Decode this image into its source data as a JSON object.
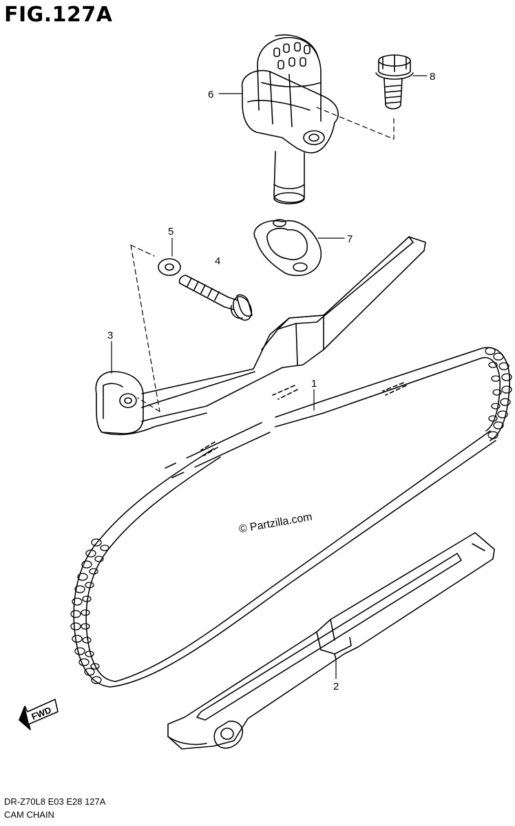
{
  "title": "FIG.127A",
  "watermark": "© Partzilla.com",
  "fwd_label": "FWD",
  "footer": {
    "code": "DR-Z70L8  E03  E28  127A",
    "name": "CAM CHAIN"
  },
  "callouts": {
    "c1": "1",
    "c2": "2",
    "c3": "3",
    "c4": "4",
    "c5": "5",
    "c6": "6",
    "c7": "7",
    "c8": "8"
  }
}
